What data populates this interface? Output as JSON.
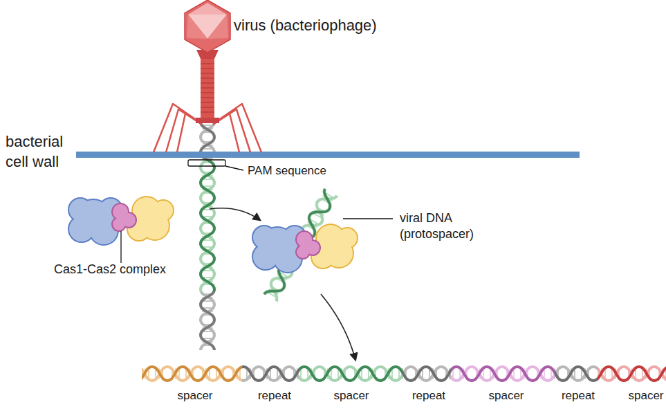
{
  "diagram": {
    "labels": [
      "virus (bacteriophage)",
      "bacterial cell wall",
      "PAM sequence",
      "viral DNA (protospacer)",
      "Cas1-Cas2 complex",
      "spacer",
      "repeat",
      "spacer",
      "repeat",
      "spacer",
      "repeat",
      "spacer"
    ]
  }
}
